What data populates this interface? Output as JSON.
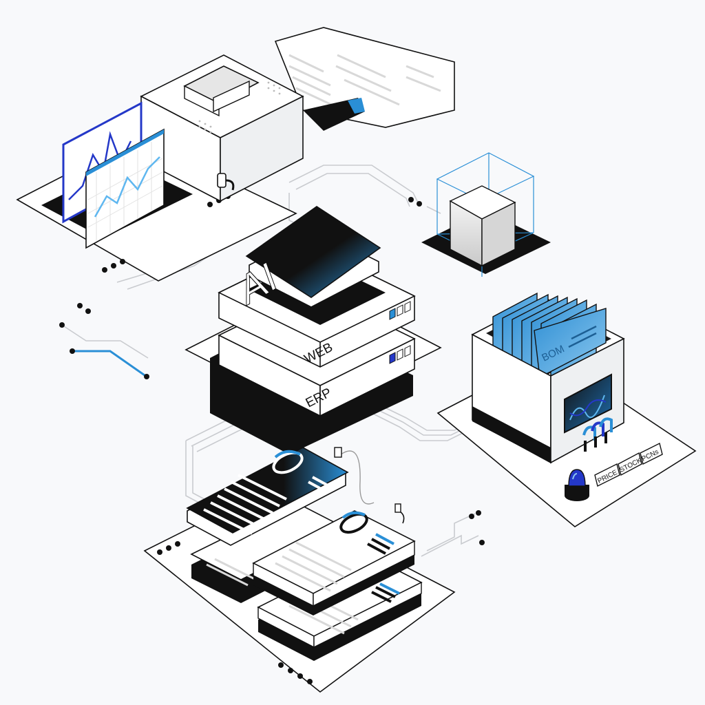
{
  "colors": {
    "background": "#f8f9fb",
    "outline": "#111111",
    "surface": "#ffffff",
    "shade": "#e4e5e7",
    "dark": "#111111",
    "accent": "#2a8fd6",
    "accent_light": "#5fb7f0",
    "accent_deep": "#2438c8",
    "trace": "#c9cbcf"
  },
  "ai_chip": {
    "label": "AI"
  },
  "server_stack": {
    "top_unit": {
      "label": "WEB"
    },
    "bottom_unit": {
      "label": "ERP"
    }
  },
  "bom_box": {
    "card_label": "BOM",
    "buttons": [
      "PRICE",
      "STOCK",
      "PCNs"
    ]
  },
  "icons": [
    "printer-icon",
    "line-chart-icon",
    "cube-icon",
    "server-icon",
    "ai-chip-icon",
    "file-box-icon",
    "oscilloscope-icon",
    "alarm-light-icon",
    "document-panel-icon",
    "progress-ring-icon"
  ]
}
